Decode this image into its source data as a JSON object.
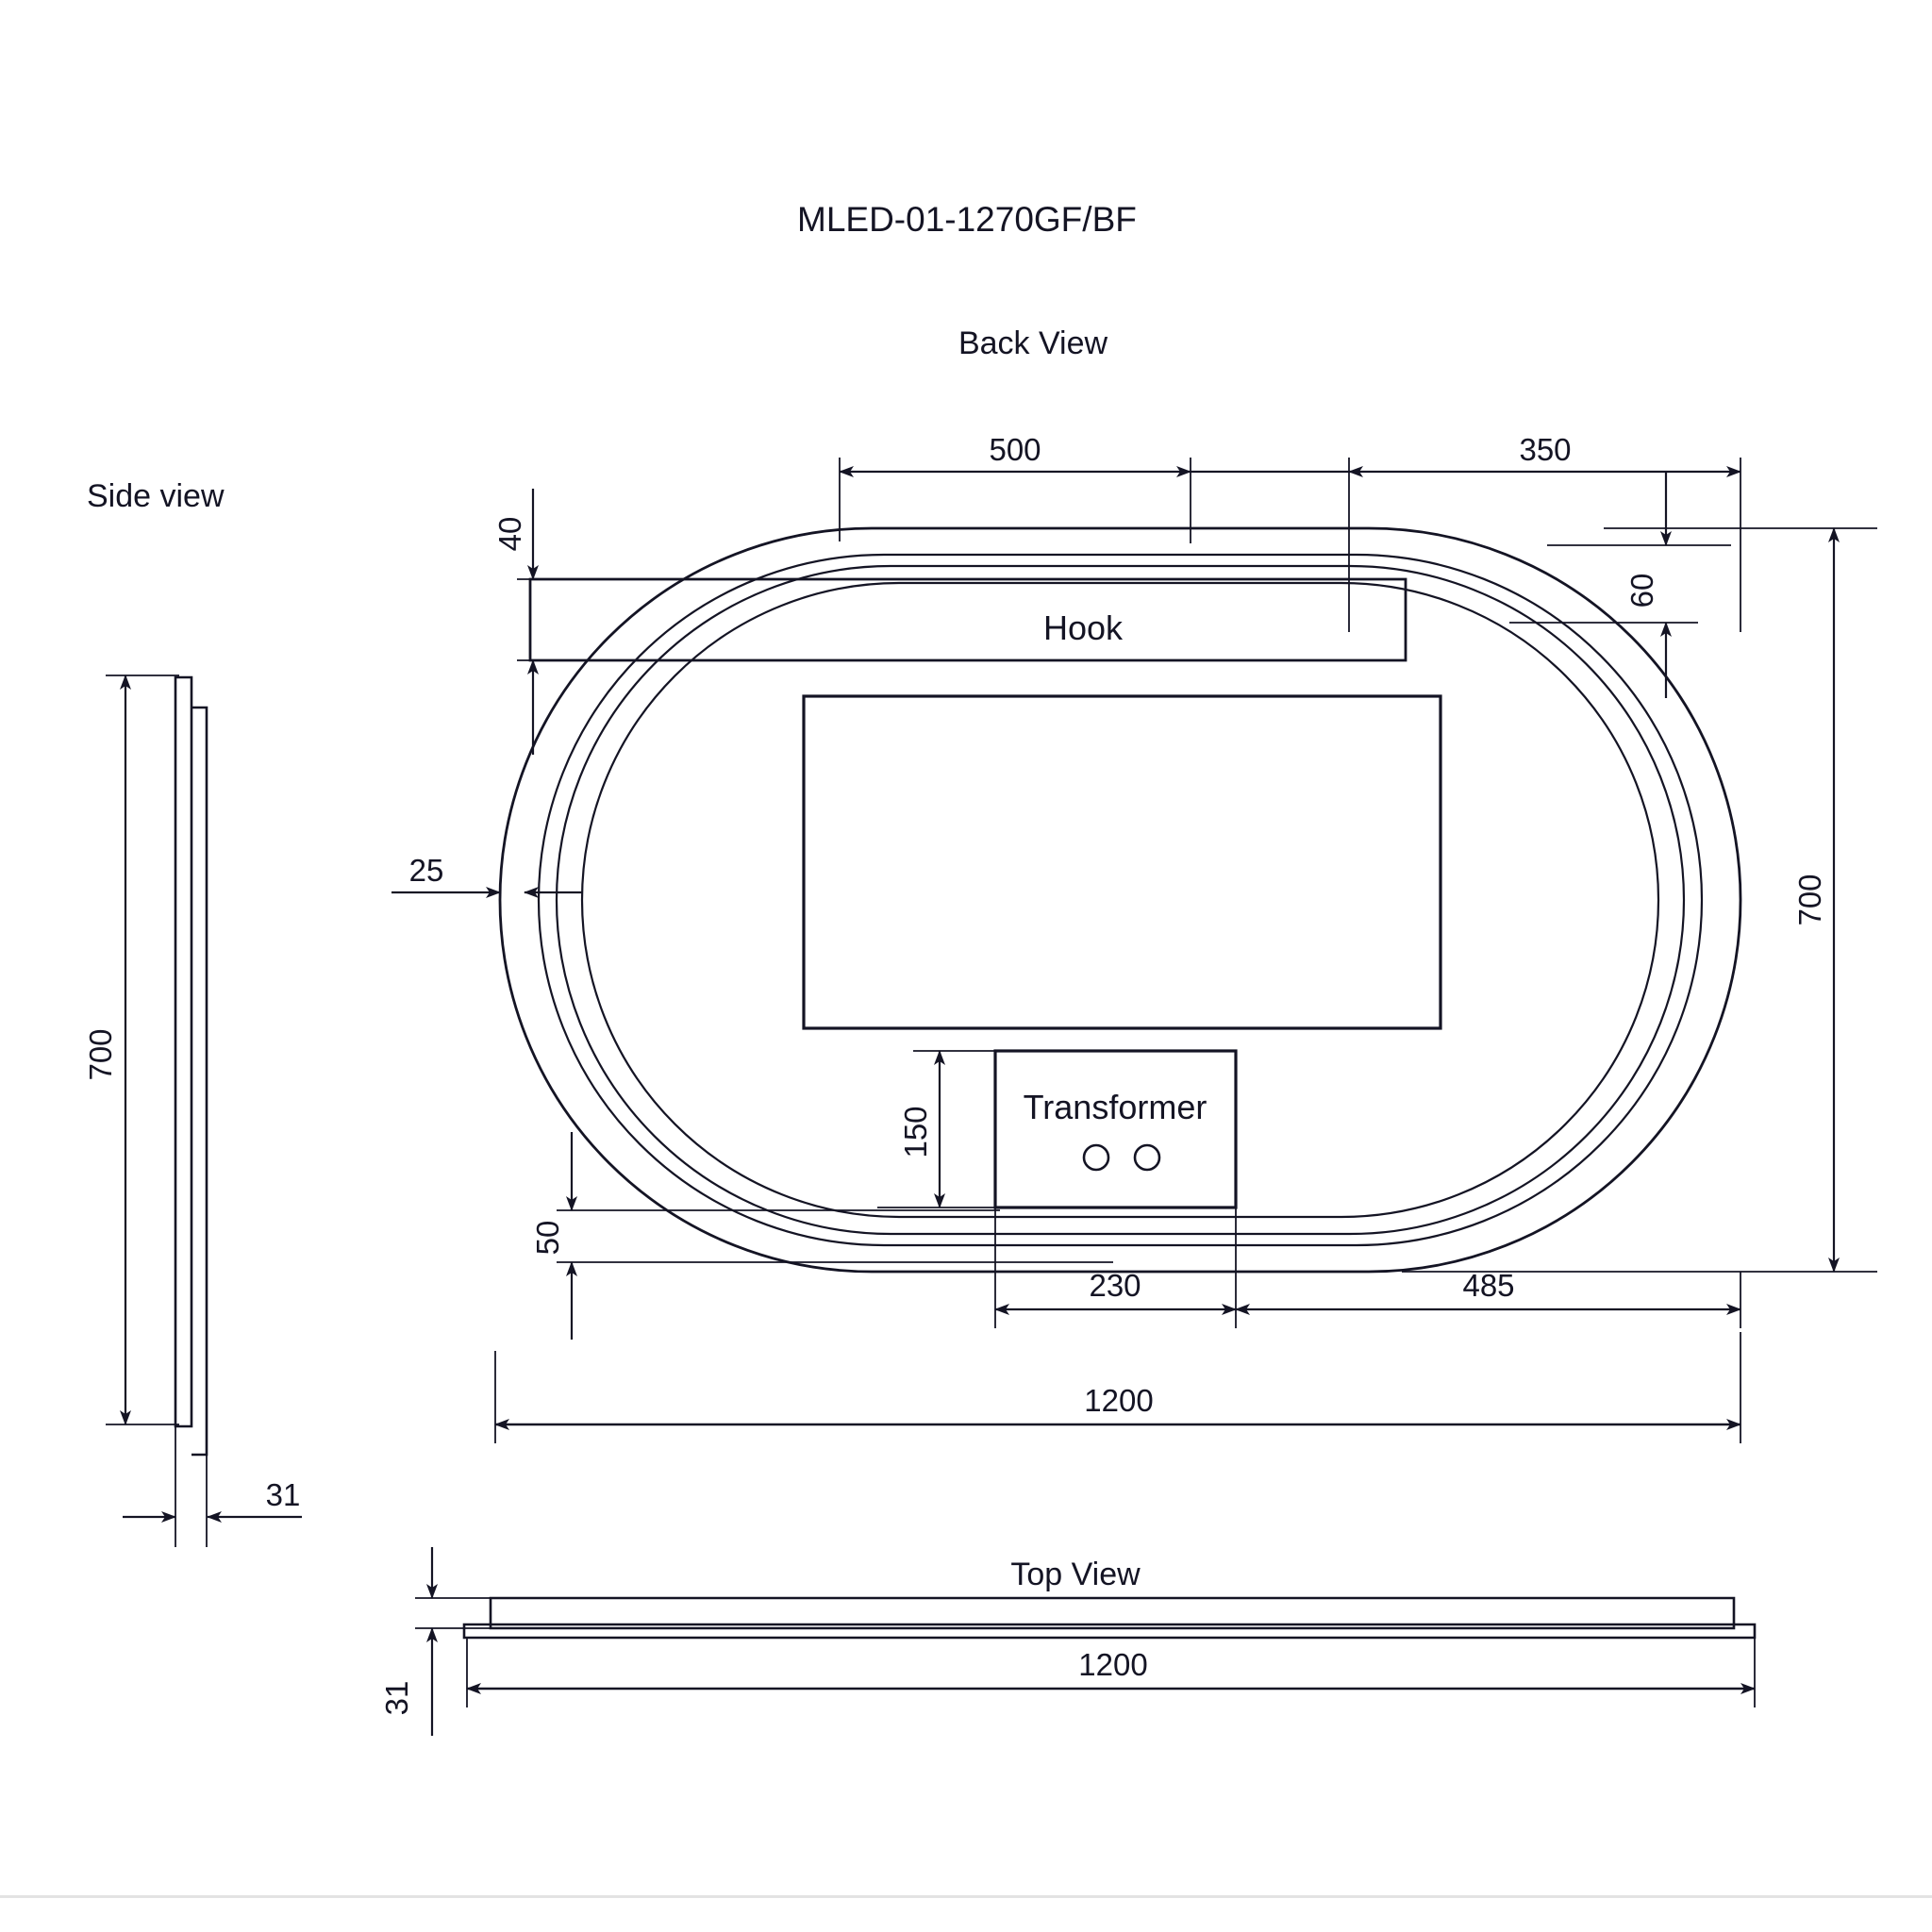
{
  "drawing": {
    "title": "MLED-01-1270GF/BF",
    "views": {
      "back": "Back View",
      "side": "Side view",
      "top": "Top View"
    },
    "annotations": {
      "hook": "Hook",
      "transformer": "Transformer"
    },
    "dimensions": {
      "back_top_left": "500",
      "back_top_right": "350",
      "back_left_top_offset": "40",
      "back_right_hook_offset": "60",
      "back_edge_inset": "25",
      "back_overall_height": "700",
      "back_transformer_height": "150",
      "back_bottom_offset": "50",
      "back_bottom_left": "230",
      "back_bottom_right": "485",
      "back_overall_width": "1200",
      "side_height": "700",
      "side_thickness": "31",
      "top_thickness": "31",
      "top_width": "1200"
    },
    "colors": {
      "line": "#141424",
      "text": "#141424",
      "background": "#ffffff",
      "footer_rule": "#e3e3e3"
    }
  }
}
